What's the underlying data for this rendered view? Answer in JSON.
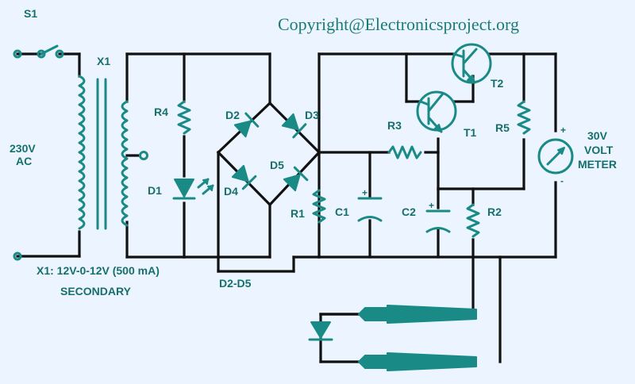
{
  "copyright": "Copyright@Electronicsproject.org",
  "labels": {
    "s1": "S1",
    "x1": "X1",
    "ac_line1": "230V",
    "ac_line2": "AC",
    "r4": "R4",
    "d1": "D1",
    "d2": "D2",
    "d3": "D3",
    "d4": "D4",
    "d5": "D5",
    "r1": "R1",
    "c1": "C1",
    "r3": "R3",
    "t1": "T1",
    "t2": "T2",
    "r5": "R5",
    "c2": "C2",
    "r2": "R2",
    "meter_line1": "30V",
    "meter_line2": "VOLT",
    "meter_line3": "METER",
    "meter_plus": "+",
    "meter_minus": "-",
    "c1_plus": "+",
    "c2_plus": "+",
    "x1_spec": "X1: 12V-0-12V (500 mA)",
    "secondary": "SECONDARY",
    "d2_d5": "D2-D5"
  },
  "colors": {
    "wire": "#111111",
    "component": "#1a8a86",
    "background": "#ecf5ff"
  }
}
